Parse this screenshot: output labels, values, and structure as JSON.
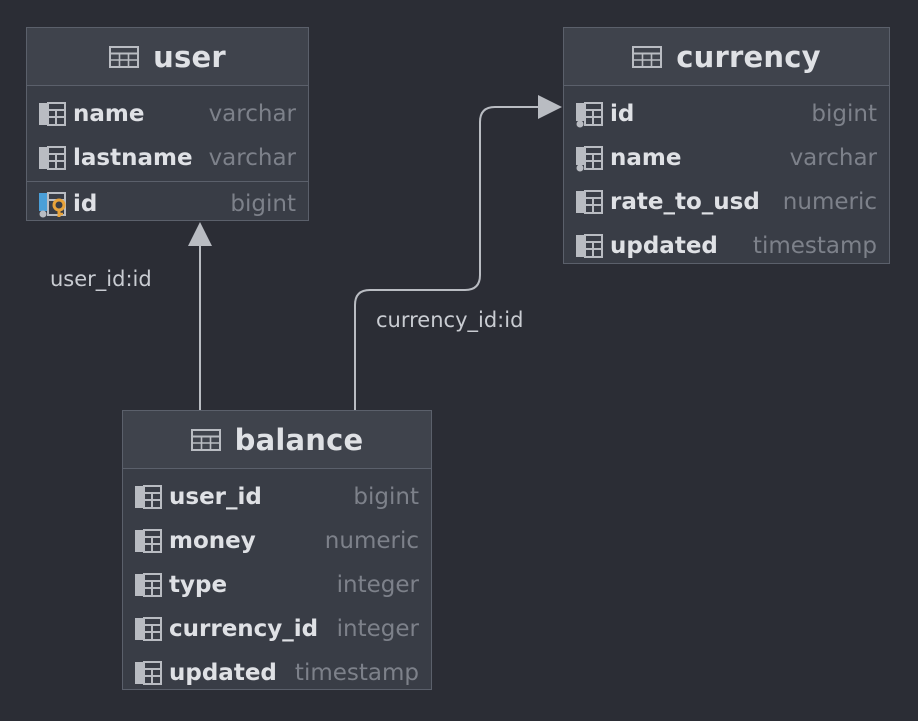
{
  "entities": {
    "user": {
      "title": "user",
      "columns": [
        {
          "name": "name",
          "type": "varchar"
        },
        {
          "name": "lastname",
          "type": "varchar"
        }
      ],
      "key_columns": [
        {
          "name": "id",
          "type": "bigint"
        }
      ]
    },
    "currency": {
      "title": "currency",
      "columns": [
        {
          "name": "id",
          "type": "bigint"
        },
        {
          "name": "name",
          "type": "varchar"
        },
        {
          "name": "rate_to_usd",
          "type": "numeric"
        },
        {
          "name": "updated",
          "type": "timestamp"
        }
      ]
    },
    "balance": {
      "title": "balance",
      "columns": [
        {
          "name": "user_id",
          "type": "bigint"
        },
        {
          "name": "money",
          "type": "numeric"
        },
        {
          "name": "type",
          "type": "integer"
        },
        {
          "name": "currency_id",
          "type": "integer"
        },
        {
          "name": "updated",
          "type": "timestamp"
        }
      ]
    }
  },
  "relations": [
    {
      "label": "user_id:id",
      "from": "balance",
      "to": "user"
    },
    {
      "label": "currency_id:id",
      "from": "balance",
      "to": "currency"
    }
  ],
  "colors": {
    "background": "#2b2d35",
    "entity_body": "#393d46",
    "entity_header": "#3f434c",
    "border": "#5b606b",
    "text": "#dfe1e5",
    "type_text": "#7d818a",
    "connector": "#b9bcc2",
    "column_icon": "#b9bcc2",
    "key_icon": "#e8a33a",
    "pk_marker": "#4a9fd8"
  },
  "icons": {
    "table": "table-icon",
    "column": "column-icon",
    "primary_key": "key-icon",
    "indexed": "index-icon"
  }
}
